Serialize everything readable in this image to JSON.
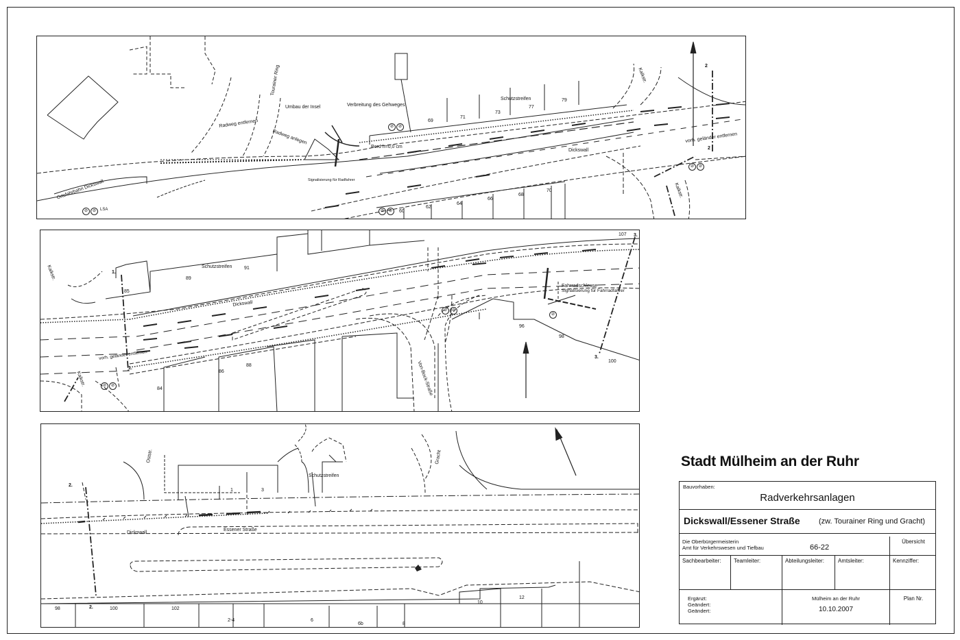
{
  "city_title": "Stadt Mülheim an der Ruhr",
  "title_block": {
    "bauvorhaben_label": "Bauvorhaben:",
    "project": "Radverkehrsanlagen",
    "street_main": "Dickswall/Essener Straße",
    "street_sub": "(zw. Tourainer Ring und Gracht)",
    "authority_line1": "Die Oberbürgermeisterin",
    "authority_line2": "Amt für Verkehrswesen und Tiefbau",
    "office_number": "66-22",
    "plan_type": "Übersicht",
    "sachbearbeiter": "Sachbearbeiter:",
    "teamleiter": "Teamleiter:",
    "abteilungsleiter": "Abteilungsleiter:",
    "amtsleiter": "Amtsleiter:",
    "kennziffer": "Kennziffer:",
    "ergaenzt": "Ergänzt:",
    "geaendert1": "Geändert:",
    "geaendert2": "Geändert:",
    "place": "Mülheim an der Ruhr",
    "date": "10.10.2007",
    "plan_nr": "Plan Nr."
  },
  "panel1": {
    "streets": {
      "tourainer": "Tourainer Ring",
      "kalkstr": "Kalkstr.",
      "dickswall": "Dickswall",
      "stadtbahn": "Ortsfahrbahn Dickswall",
      "kalk2": "Kalkstr."
    },
    "annotations": {
      "umbau": "Umbau der Insel",
      "verbreitung": "Verbreitung des Gehweges",
      "schutzstreifen": "Schutzstreifen",
      "bord": "Bord h=0,0 cm",
      "radweg": "Radweg entfernen",
      "radweg2": "Radweg anlegen",
      "signal": "Signalisierung für Radfahrer",
      "gelaender": "vorh. geländer entfernen",
      "lsa": "LSA"
    },
    "house_numbers": [
      "69",
      "71",
      "73",
      "77",
      "79",
      "60",
      "62",
      "64",
      "66",
      "68",
      "70"
    ],
    "section_mark": "2",
    "section_mark_b": "2"
  },
  "panel2": {
    "streets": {
      "kalkstr": "Kalkstr.",
      "dickswall": "Dickswall",
      "vonbock": "Von-Bock-Straße",
      "kalk2": "Kalkstr."
    },
    "annotations": {
      "schutzstreifen": "Schutzstreifen",
      "schleuse": "Fahrradschleuse",
      "signal": "Signalisierung für Fahrradfahrer",
      "gelaender": "vorh. geländer entfernen"
    },
    "house_numbers": [
      "85",
      "89",
      "91",
      "84",
      "86",
      "88",
      "96",
      "98",
      "100",
      "107"
    ],
    "section_marks": [
      "1.",
      "1.",
      "3.",
      "3."
    ]
  },
  "panel3": {
    "streets": {
      "oststr": "Oststr.",
      "gracht": "Gracht",
      "dickswall": "Dickswall",
      "essener": "Essener Straße"
    },
    "annotations": {
      "schutzstreifen": "Schutzstreifen"
    },
    "house_numbers": [
      "1",
      "3",
      "98",
      "100",
      "102",
      "2-4",
      "6",
      "6b",
      "8",
      "10",
      "12"
    ],
    "section_marks": [
      "2.",
      "2."
    ]
  }
}
